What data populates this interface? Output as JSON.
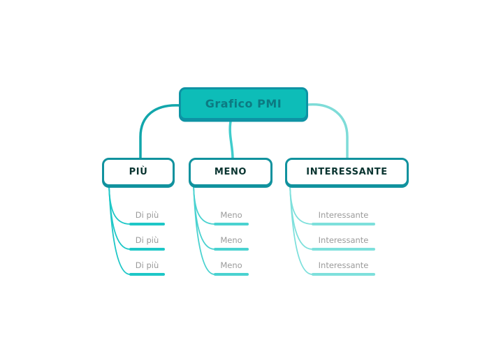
{
  "title": {
    "label": "Grafico PMI"
  },
  "branches": [
    {
      "id": "piu",
      "label": "PIÙ",
      "items": [
        "Di più",
        "Di più",
        "Di più"
      ]
    },
    {
      "id": "meno",
      "label": "MENO",
      "items": [
        "Meno",
        "Meno",
        "Meno"
      ]
    },
    {
      "id": "interessante",
      "label": "INTERESSANTE",
      "items": [
        "Interessante",
        "Interessante",
        "Interessante"
      ]
    }
  ],
  "colors": {
    "root_fill": "#0dbdb8",
    "root_border": "#0e93a4",
    "root_text": "#0c7a82",
    "node_border": "#11929e",
    "node_text": "#093430",
    "label_text": "#9a9a9a",
    "branch_piu": "#1ec7c7",
    "branch_meno": "#4ad2d0",
    "branch_interessante": "#7ee0dc",
    "connector_piu": "#12a6ab",
    "connector_meno": "#3fcccc",
    "connector_interessante": "#7edcd8"
  }
}
